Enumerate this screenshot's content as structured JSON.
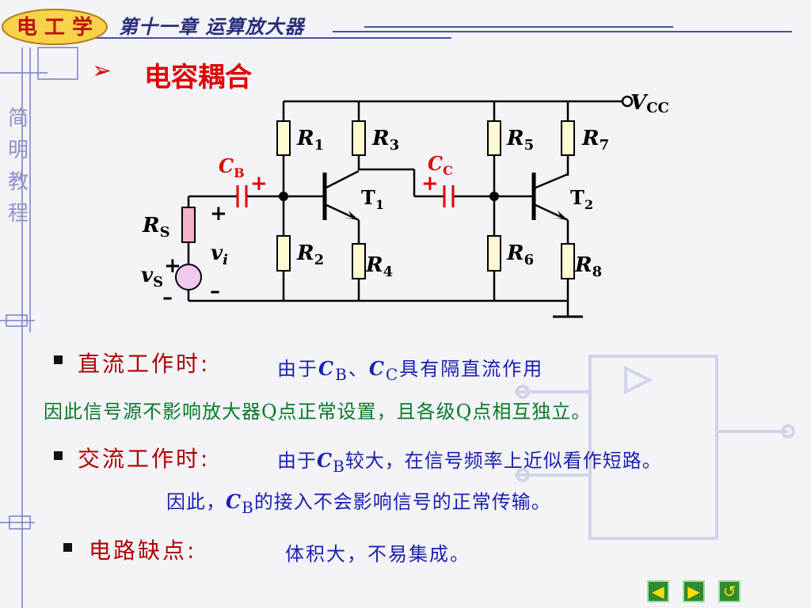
{
  "header": {
    "logo_text": "电 工 学",
    "chapter": "第十一章 运算放大器"
  },
  "sidebar": {
    "title": "简明教程"
  },
  "section": {
    "title": "电容耦合"
  },
  "circuit": {
    "vcc": "V",
    "vcc_sub": "CC",
    "r1": "R",
    "r1_sub": "1",
    "r2": "R",
    "r2_sub": "2",
    "r3": "R",
    "r3_sub": "3",
    "r4": "R",
    "r4_sub": "4",
    "r5": "R",
    "r5_sub": "5",
    "r6": "R",
    "r6_sub": "6",
    "r7": "R",
    "r7_sub": "7",
    "r8": "R",
    "r8_sub": "8",
    "rs": "R",
    "rs_sub": "S",
    "vs": "v",
    "vs_sub": "S",
    "vi": "v",
    "vi_sub": "i",
    "cb": "C",
    "cb_sub": "B",
    "cc": "C",
    "cc_sub": "C",
    "t1": "T",
    "t1_sub": "1",
    "t2": "T",
    "t2_sub": "2",
    "plus": "+",
    "minus": "–"
  },
  "dc": {
    "heading": "直流工作时:",
    "line1_pre": "由于",
    "c1": "C",
    "c1_sub": "B",
    "sep": "、",
    "c2": "C",
    "c2_sub": "C",
    "line1_post": "具有隔直流作用",
    "line2": "因此信号源不影响放大器Q点正常设置，且各级Q点相互独立。"
  },
  "ac": {
    "heading": "交流工作时:",
    "line1_pre": "由于",
    "c1": "C",
    "c1_sub": "B",
    "line1_post": "较大，在信号频率上近似看作短路。",
    "line2_pre": "因此，",
    "c2": "C",
    "c2_sub": "B",
    "line2_post": "的接入不会影响信号的正常传输。"
  },
  "drawback": {
    "heading": "电路缺点:",
    "text": "体积大，不易集成。"
  },
  "nav": {
    "prev": "◀",
    "next": "▶",
    "return": "↺"
  },
  "colors": {
    "red": "#e00000",
    "blue": "#1a1fb0",
    "green": "#0a7a2a",
    "resistor": "#fffbd0",
    "rs": "#f2b4c8"
  }
}
